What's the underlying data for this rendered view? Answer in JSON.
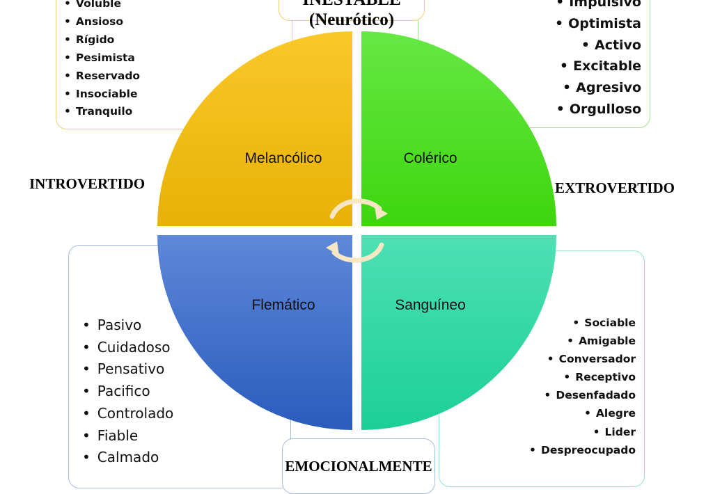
{
  "quadrants": {
    "melancolico": {
      "name": "Melancólico",
      "color": "#f3bd0d"
    },
    "colerico": {
      "name": "Colérico",
      "color": "#4fe01a"
    },
    "flematico": {
      "name": "Flemático",
      "color": "#3f6fcf"
    },
    "sanguineo": {
      "name": "Sanguíneo",
      "color": "#2fd8a4"
    }
  },
  "axis_labels": {
    "left": "INTROVERTIDO",
    "right": "EXTROVERTIDO",
    "top_line1": "INESTABLE",
    "top_line2": "(Neurótico)",
    "bottom": "EMOCIONALMENTE"
  },
  "traits": {
    "melancolico": [
      "Voluble",
      "Ansioso",
      "Rígido",
      "Pesimista",
      "Reservado",
      "Insociable",
      "Tranquilo"
    ],
    "colerico": [
      "Impulsivo",
      "Optimista",
      "Activo",
      "Excitable",
      "Agresivo",
      "Orgulloso"
    ],
    "flematico": [
      "Pasivo",
      "Cuidadoso",
      "Pensativo",
      "Pacifico",
      "Controlado",
      "Fiable",
      "Calmado"
    ],
    "sanguineo": [
      "Sociable",
      "Amigable",
      "Conversador",
      "Receptivo",
      "Desenfadado",
      "Alegre",
      "Lider",
      "Despreocupado"
    ]
  },
  "cycle_arrows_color": "#f7e6c4"
}
